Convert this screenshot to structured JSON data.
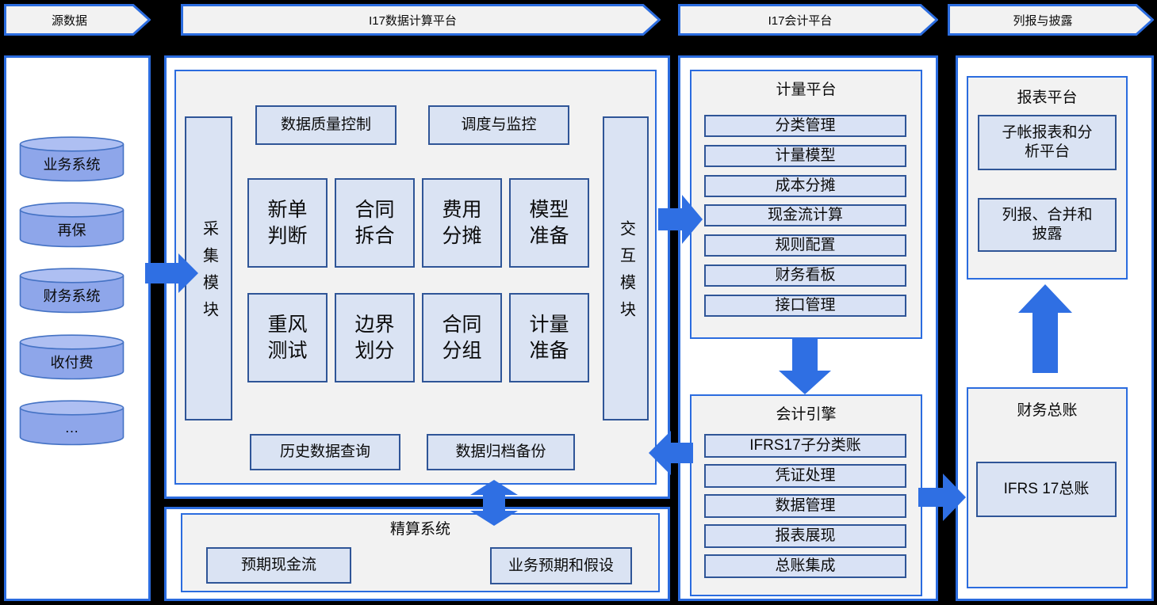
{
  "colors": {
    "background": "#000000",
    "panel_border_blue": "#2b6cdf",
    "small_box_border": "#2f5597",
    "small_box_fill": "#dae3f3",
    "panel_gray_fill": "#f2f2f2",
    "arrow_blue": "#2f6fe3",
    "cylinder_fill": "#8ea6ea",
    "cylinder_top_fill": "#aebff2",
    "cylinder_border": "#4472c4"
  },
  "headers": [
    {
      "label": "源数据"
    },
    {
      "label": "I17数据计算平台"
    },
    {
      "label": "I17会计平台"
    },
    {
      "label": "列报与披露"
    }
  ],
  "source_panel": {
    "cylinders": [
      {
        "label": "业务系统"
      },
      {
        "label": "再保"
      },
      {
        "label": "财务系统"
      },
      {
        "label": "收付费"
      },
      {
        "label": "…"
      }
    ]
  },
  "compute_platform": {
    "collect_module": "采集模块",
    "interact_module": "交互模块",
    "quality_control": "数据质量控制",
    "scheduling": "调度与监控",
    "grid": [
      "新单\n判断",
      "合同\n拆合",
      "费用\n分摊",
      "模型\n准备",
      "重风\n测试",
      "边界\n划分",
      "合同\n分组",
      "计量\n准备"
    ],
    "history_query": "历史数据查询",
    "archive_backup": "数据归档备份"
  },
  "actuarial_system": {
    "title": "精算系统",
    "expected_cashflow": "预期现金流",
    "business_assumptions": "业务预期和假设"
  },
  "measurement_platform": {
    "title": "计量平台",
    "items": [
      "分类管理",
      "计量模型",
      "成本分摊",
      "现金流计算",
      "规则配置",
      "财务看板",
      "接口管理"
    ]
  },
  "accounting_engine": {
    "title": "会计引擎",
    "items": [
      "IFRS17子分类账",
      "凭证处理",
      "数据管理",
      "报表展现",
      "总账集成"
    ]
  },
  "report_platform": {
    "title": "报表平台",
    "subledger_report": "子帐报表和分\n析平台",
    "disclosure": "列报、合并和\n披露"
  },
  "general_ledger": {
    "title": "财务总账",
    "ifrs17_gl": "IFRS 17总账"
  }
}
